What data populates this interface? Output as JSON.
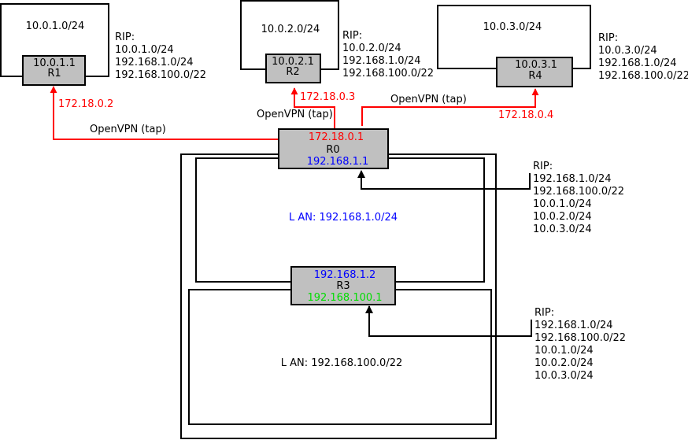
{
  "colors": {
    "vpn": "#ff0000",
    "lan": "#0000ff",
    "lan2": "#00dd00",
    "link": "#000000"
  },
  "subnets": {
    "s1": "10.0.1.0/24",
    "s2": "10.0.2.0/24",
    "s3": "10.0.3.0/24",
    "lan1": "L  AN: 192.168.1.0/24",
    "lan2": "L  AN: 192.168.100.0/22"
  },
  "routers": {
    "r1": {
      "ip": "10.0.1.1",
      "name": "R1"
    },
    "r2": {
      "ip": "10.0.2.1",
      "name": "R2"
    },
    "r4": {
      "ip": "10.0.3.1",
      "name": "R4"
    },
    "r0": {
      "ip_top": "172.18.0.1",
      "name": "R0",
      "ip_bottom": "192.168.1.1"
    },
    "r3": {
      "ip_top": "192.168.1.2",
      "name": "R3",
      "ip_bottom": "192.168.100.1"
    }
  },
  "vpn_ips": {
    "r1": "172.18.0.2",
    "r2": "172.18.0.3",
    "r4": "172.18.0.4"
  },
  "vpn_labels": {
    "left": "OpenVPN (tap)",
    "middle": "OpenVPN (tap)",
    "right": "OpenVPN (tap)"
  },
  "rip": {
    "r1": [
      "RIP:",
      "10.0.1.0/24",
      "192.168.1.0/24",
      "192.168.100.0/22"
    ],
    "r2": [
      "RIP:",
      "10.0.2.0/24",
      "192.168.1.0/24",
      "192.168.100.0/22"
    ],
    "r4": [
      "RIP:",
      "10.0.3.0/24",
      "192.168.1.0/24",
      "192.168.100.0/22"
    ],
    "r0": [
      "RIP:",
      "192.168.1.0/24",
      "192.168.100.0/22",
      "10.0.1.0/24",
      "10.0.2.0/24",
      "10.0.3.0/24"
    ],
    "r3": [
      "RIP:",
      "192.168.1.0/24",
      "192.168.100.0/22",
      "10.0.1.0/24",
      "10.0.2.0/24",
      "10.0.3.0/24"
    ]
  }
}
